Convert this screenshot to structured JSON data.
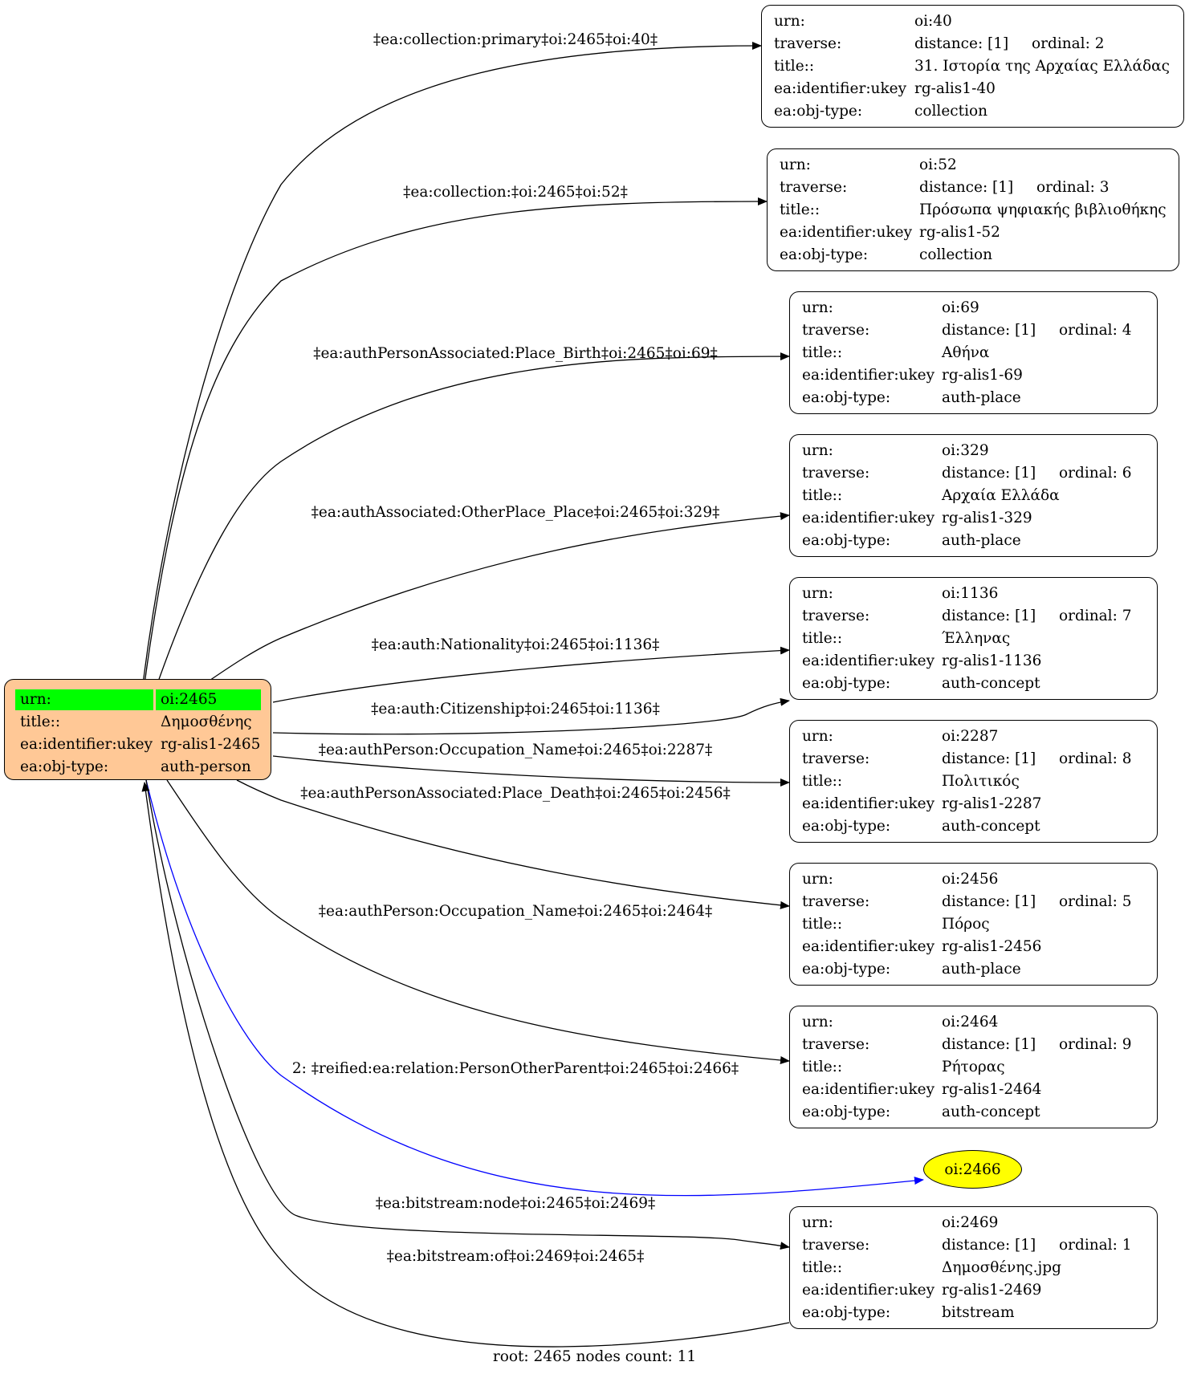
{
  "root": {
    "rows": [
      {
        "key": "urn:",
        "value": "oi:2465",
        "highlight": true
      },
      {
        "key": "title::",
        "value": "Δημοσθένης"
      },
      {
        "key": "ea:identifier:ukey",
        "value": "rg-alis1-2465"
      },
      {
        "key": "ea:obj-type:",
        "value": "auth-person"
      }
    ]
  },
  "nodes": [
    {
      "urn": "oi:40",
      "distance": "distance: [1]",
      "ordinal": "ordinal: 2",
      "title": "31. Ιστορία της Αρχαίας Ελλάδας",
      "ukey": "rg-alis1-40",
      "type": "collection"
    },
    {
      "urn": "oi:52",
      "distance": "distance: [1]",
      "ordinal": "ordinal: 3",
      "title": "Πρόσωπα ψηφιακής βιβλιοθήκης",
      "ukey": "rg-alis1-52",
      "type": "collection"
    },
    {
      "urn": "oi:69",
      "distance": "distance: [1]",
      "ordinal": "ordinal: 4",
      "title": "Αθήνα",
      "ukey": "rg-alis1-69",
      "type": "auth-place"
    },
    {
      "urn": "oi:329",
      "distance": "distance: [1]",
      "ordinal": "ordinal: 6",
      "title": "Αρχαία Ελλάδα",
      "ukey": "rg-alis1-329",
      "type": "auth-place"
    },
    {
      "urn": "oi:1136",
      "distance": "distance: [1]",
      "ordinal": "ordinal: 7",
      "title": "Έλληνας",
      "ukey": "rg-alis1-1136",
      "type": "auth-concept"
    },
    {
      "urn": "oi:2287",
      "distance": "distance: [1]",
      "ordinal": "ordinal: 8",
      "title": "Πολιτικός",
      "ukey": "rg-alis1-2287",
      "type": "auth-concept"
    },
    {
      "urn": "oi:2456",
      "distance": "distance: [1]",
      "ordinal": "ordinal: 5",
      "title": "Πόρος",
      "ukey": "rg-alis1-2456",
      "type": "auth-place"
    },
    {
      "urn": "oi:2464",
      "distance": "distance: [1]",
      "ordinal": "ordinal: 9",
      "title": "Ρήτορας",
      "ukey": "rg-alis1-2464",
      "type": "auth-concept"
    },
    {
      "urn": "oi:2469",
      "distance": "distance: [1]",
      "ordinal": "ordinal: 1",
      "title": "Δημοσθένης.jpg",
      "ukey": "rg-alis1-2469",
      "type": "bitstream"
    }
  ],
  "row_keys": {
    "urn": "urn:",
    "traverse": "traverse:",
    "title": "title::",
    "ukey": "ea:identifier:ukey",
    "type": "ea:obj-type:"
  },
  "ellipse_node": {
    "label": "oi:2466",
    "fill": "#ffff00"
  },
  "edges": [
    "‡ea:collection:primary‡oi:2465‡oi:40‡",
    "‡ea:collection:‡oi:2465‡oi:52‡",
    "‡ea:authPersonAssociated:Place_Birth‡oi:2465‡oi:69‡",
    "‡ea:authAssociated:OtherPlace_Place‡oi:2465‡oi:329‡",
    "‡ea:auth:Nationality‡oi:2465‡oi:1136‡",
    "‡ea:auth:Citizenship‡oi:2465‡oi:1136‡",
    "‡ea:authPerson:Occupation_Name‡oi:2465‡oi:2287‡",
    "‡ea:authPersonAssociated:Place_Death‡oi:2465‡oi:2456‡",
    "‡ea:authPerson:Occupation_Name‡oi:2465‡oi:2464‡",
    "2: ‡reified:ea:relation:PersonOtherParent‡oi:2465‡oi:2466‡",
    "‡ea:bitstream:node‡oi:2465‡oi:2469‡",
    "‡ea:bitstream:of‡oi:2469‡oi:2465‡"
  ],
  "footer": "root: 2465 nodes count: 11",
  "colors": {
    "root_fill": "#ffc896",
    "urn_highlight": "#00ff00",
    "edge": "#000000",
    "reified_edge": "#0000ff"
  }
}
